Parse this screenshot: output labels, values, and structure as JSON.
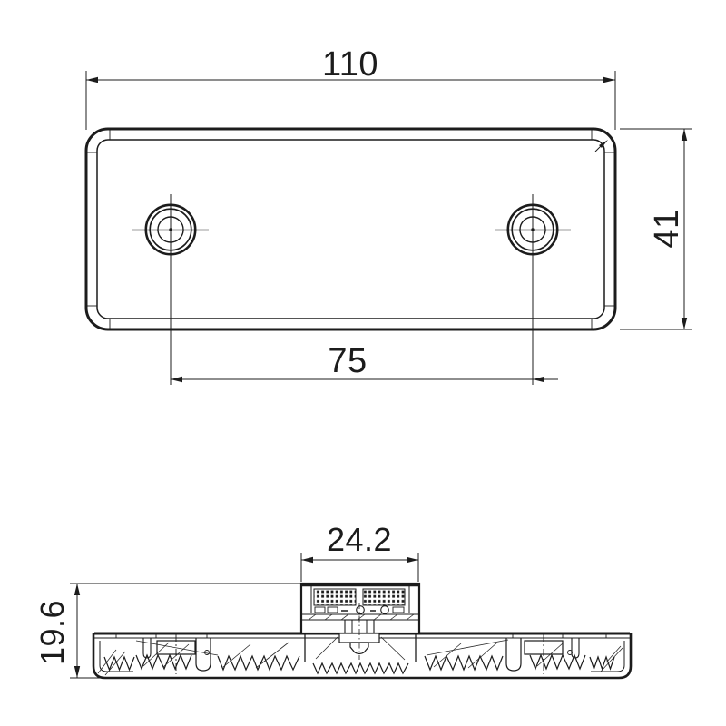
{
  "drawing": {
    "kind": "technical-dimension-drawing",
    "background": "#ffffff",
    "line_color": "#1c1c1c",
    "centerline_color": "#9b9b9b",
    "views": {
      "front_view": "rounded rectangular lamp face with two mounting holes",
      "section_view": "cross-section of lamp base with central connector block"
    },
    "dimensions": {
      "overall_width": "110",
      "overall_height": "41",
      "hole_spacing": "75",
      "connector_width": "24.2",
      "body_height": "19.6"
    }
  }
}
